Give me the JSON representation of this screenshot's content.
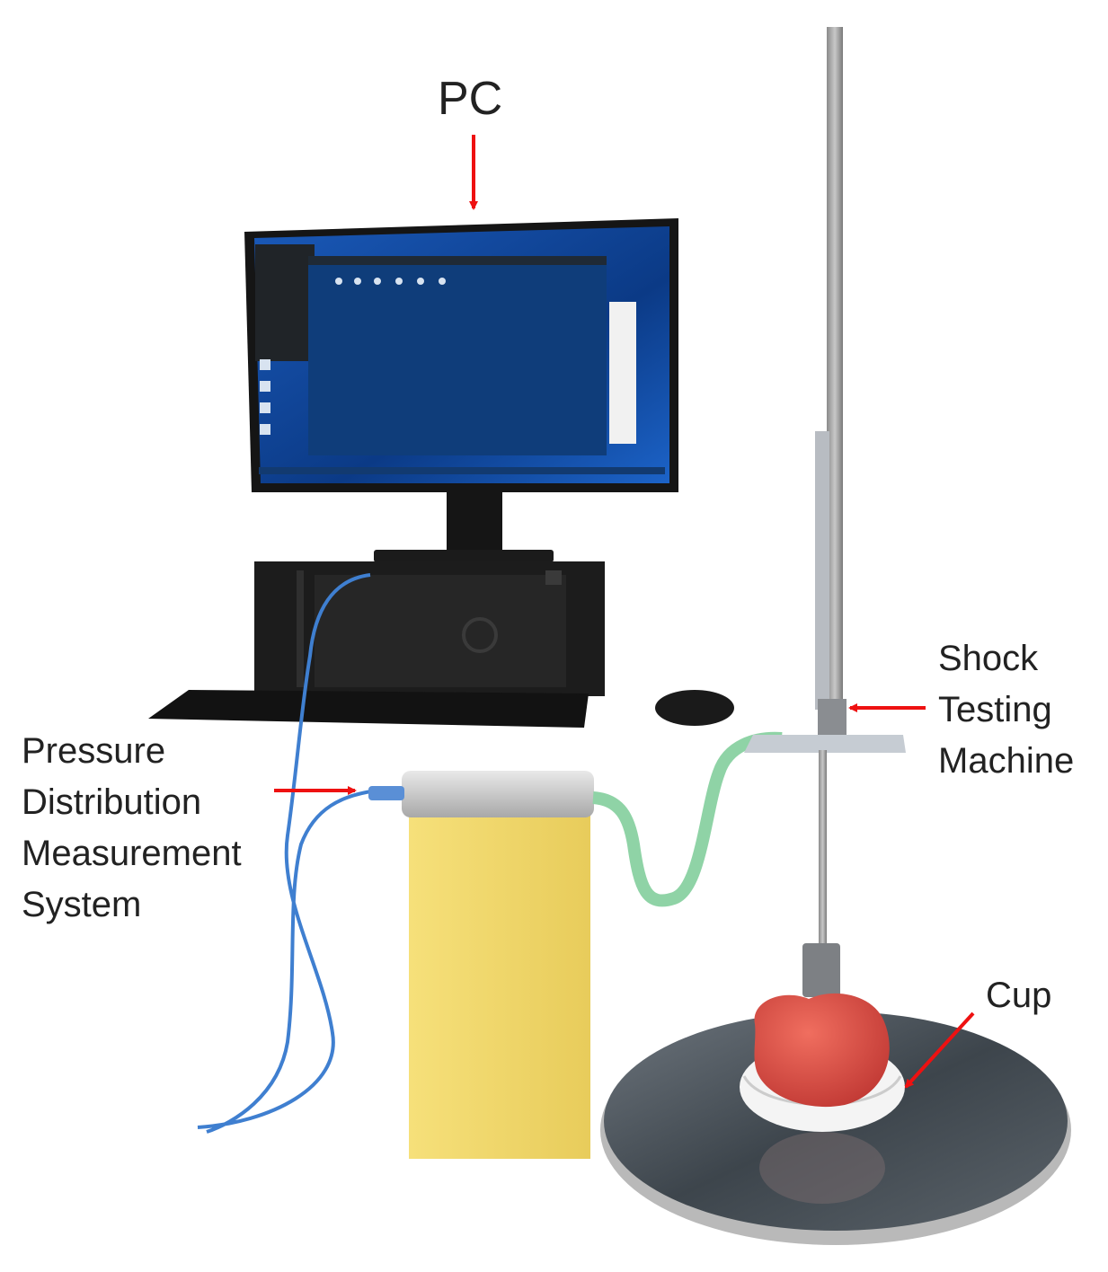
{
  "labels": {
    "pc": "PC",
    "shock_testing_machine": [
      "Shock",
      "Testing",
      "Machine"
    ],
    "pressure_distribution_measurement_system": [
      "Pressure",
      "Distribution",
      "Measurement",
      "System"
    ],
    "cup": "Cup"
  },
  "colors": {
    "arrow": "#ee1111",
    "monitor_screen": "#0d3f86",
    "foam_block": "#f3dc72",
    "apple": "#e2514a",
    "base_plate": "#4a5158",
    "usb_cable": "#3f7fd0"
  }
}
